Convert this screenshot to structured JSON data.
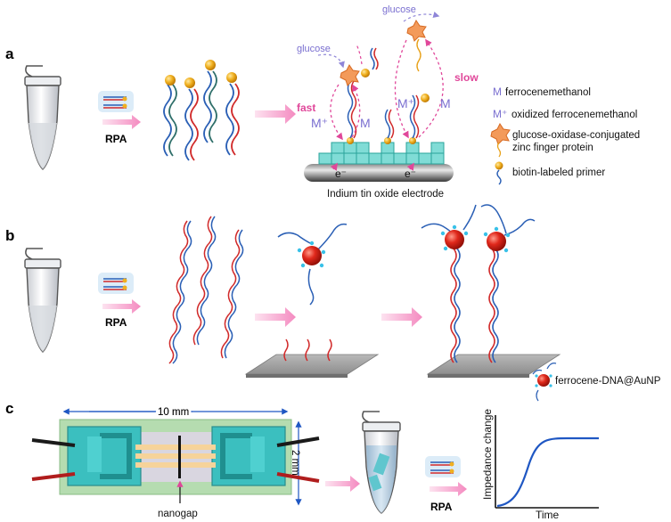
{
  "panels": {
    "a": {
      "letter": "a",
      "rpa": "RPA",
      "glucose_left": "glucose",
      "glucose_top": "glucose",
      "fast": "fast",
      "slow": "slow",
      "m_plus_left": "M⁺",
      "m_left": "M",
      "m_plus_right": "M⁺",
      "m_right": "M",
      "electron_left": "e⁻",
      "electron_right": "e⁻",
      "electrode_label": "Indium tin oxide electrode",
      "legend": {
        "m_symbol": "M",
        "m_text": "ferrocenemethanol",
        "mplus_symbol": "M⁺",
        "mplus_text": "oxidized ferrocenemethanol",
        "enzyme_line1": "glucose-oxidase-conjugated",
        "enzyme_line2": "zinc finger protein",
        "primer_text": "biotin-labeled primer"
      }
    },
    "b": {
      "letter": "b",
      "rpa": "RPA",
      "aunp_label": "ferrocene-DNA@AuNP"
    },
    "c": {
      "letter": "c",
      "rpa": "RPA",
      "width_label": "10 mm",
      "height_label": "2 mm",
      "nanogap_label": "nanogap",
      "graph": {
        "ylabel": "Impedance change",
        "xlabel": "Time"
      }
    }
  },
  "colors": {
    "dna_red": "#d12a2a",
    "dna_blue": "#2a5fb5",
    "pink_arrow": "#f7a6cf",
    "magenta": "#e0479a",
    "lavender": "#7a6fd0",
    "teal": "#3bbfbf",
    "gold": "#e8a21a",
    "orange_enzyme": "#f39a5a",
    "curve_blue": "#1f57c3"
  }
}
